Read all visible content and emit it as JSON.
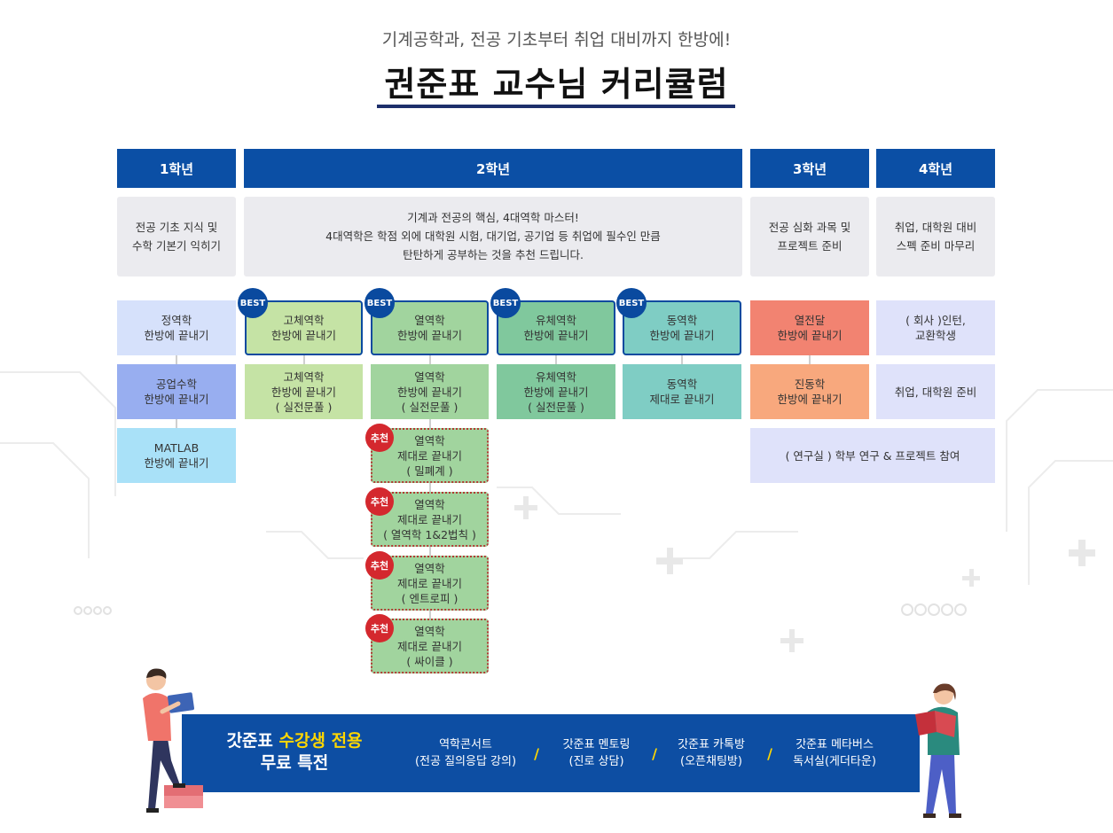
{
  "header": {
    "subtitle": "기계공학과, 전공 기초부터 취업 대비까지 한방에!",
    "title": "권준표 교수님 커리큘럼"
  },
  "years": [
    "1학년",
    "2학년",
    "3학년",
    "4학년"
  ],
  "descriptions": {
    "y1": "전공 기초 지식 및\n수학 기본기 익히기",
    "y2_line1": "기계과 전공의 핵심, 4대역학 마스터!",
    "y2_line2": "4대역학은 학점 외에 대학원 시험, 대기업, 공기업 등 취업에 필수인 만큼",
    "y2_line3": "탄탄하게 공부하는 것을 추천 드립니다.",
    "y3": "전공 심화 과목 및\n프로젝트 준비",
    "y4": "취업, 대학원 대비\n스펙 준비 마무리"
  },
  "badges": {
    "best": "BEST",
    "recommend": "추천"
  },
  "courses": {
    "y1": [
      "정역학\n한방에 끝내기",
      "공업수학\n한방에 끝내기",
      "MATLAB\n한방에 끝내기"
    ],
    "solid": [
      "고체역학\n한방에 끝내기",
      "고체역학\n한방에 끝내기\n( 실전문풀 )"
    ],
    "thermo": [
      "열역학\n한방에 끝내기",
      "열역학\n한방에 끝내기\n( 실전문풀 )",
      "열역학\n제대로 끝내기\n( 밀폐계 )",
      "열역학\n제대로 끝내기\n( 열역학 1&2법칙 )",
      "열역학\n제대로 끝내기\n( 엔트로피 )",
      "열역학\n제대로 끝내기\n( 싸이클 )"
    ],
    "fluid": [
      "유체역학\n한방에 끝내기",
      "유체역학\n한방에 끝내기\n( 실전문풀 )"
    ],
    "dynamics": [
      "동역학\n한방에 끝내기",
      "동역학\n제대로 끝내기"
    ],
    "y3": [
      "열전달\n한방에 끝내기",
      "진동학\n한방에 끝내기"
    ],
    "y4": [
      "( 회사 )인턴,\n교환학생",
      "취업, 대학원 준비"
    ],
    "lab": "( 연구실 ) 학부 연구 & 프로젝트 참여"
  },
  "promo": {
    "title_a": "갓준표 ",
    "title_b": "수강생 전용",
    "title_c": "무료 특전",
    "items": [
      "역학콘서트\n(전공 질의응답 강의)",
      "갓준표 멘토링\n(진로 상담)",
      "갓준표 카톡방\n(오픈채팅방)",
      "갓준표 메타버스\n독서실(게더타운)"
    ],
    "separator": "/"
  },
  "colors": {
    "year_header": "#0b4fa5",
    "best": "#0a4a9f",
    "recommend": "#d4282e",
    "promo_bg": "#0d4ea3",
    "highlight": "#ffd700"
  },
  "icons": [
    "student-with-tablet-icon",
    "student-reading-book-icon"
  ]
}
